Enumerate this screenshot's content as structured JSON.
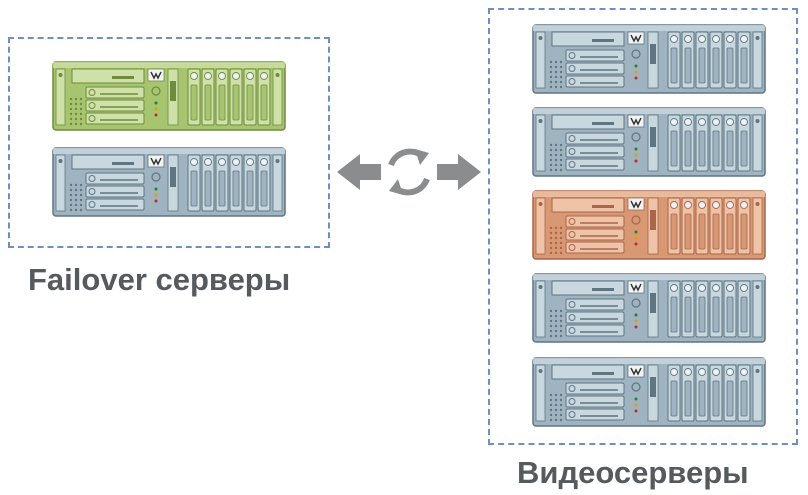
{
  "groups": {
    "failover": {
      "label": "Failover серверы",
      "servers": [
        {
          "color": "green"
        },
        {
          "color": "steel"
        }
      ]
    },
    "video": {
      "label": "Видеосерверы",
      "servers": [
        {
          "color": "steel"
        },
        {
          "color": "steel"
        },
        {
          "color": "copper"
        },
        {
          "color": "steel"
        },
        {
          "color": "steel"
        }
      ]
    }
  },
  "sync": {
    "icon": "sync-arrows-icon"
  },
  "palette": {
    "steel": {
      "base": "#9fb4c0",
      "light": "#c9d7df",
      "dark": "#5f7582"
    },
    "green": {
      "base": "#a7c470",
      "light": "#cfe0a8",
      "dark": "#6e8c3c"
    },
    "copper": {
      "base": "#d79873",
      "light": "#efc3a7",
      "dark": "#a9664a"
    },
    "border": "#6f8fc2",
    "text": "#555a5f",
    "arrow": "#8a8c8e"
  }
}
